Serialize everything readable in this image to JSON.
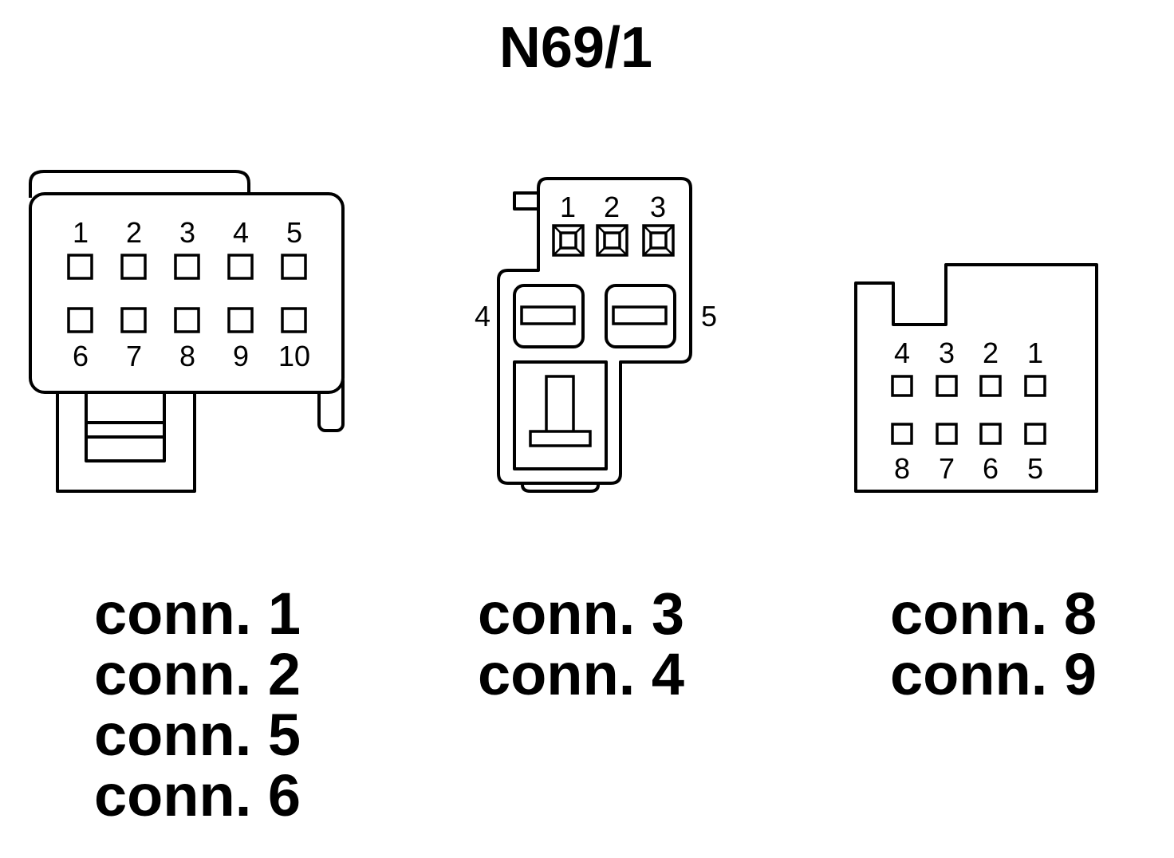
{
  "title": "N69/1",
  "connectors": [
    {
      "pins_top": [
        "1",
        "2",
        "3",
        "4",
        "5"
      ],
      "pins_bottom": [
        "6",
        "7",
        "8",
        "9",
        "10"
      ],
      "labels": [
        "conn. 1",
        "conn. 2",
        "conn. 5",
        "conn. 6"
      ]
    },
    {
      "pins_top": [
        "1",
        "2",
        "3"
      ],
      "pin_left": "4",
      "pin_right": "5",
      "labels": [
        "conn. 3",
        "conn. 4"
      ]
    },
    {
      "pins_top": [
        "4",
        "3",
        "2",
        "1"
      ],
      "pins_bottom": [
        "8",
        "7",
        "6",
        "5"
      ],
      "labels": [
        "conn. 8",
        "conn. 9"
      ]
    }
  ]
}
